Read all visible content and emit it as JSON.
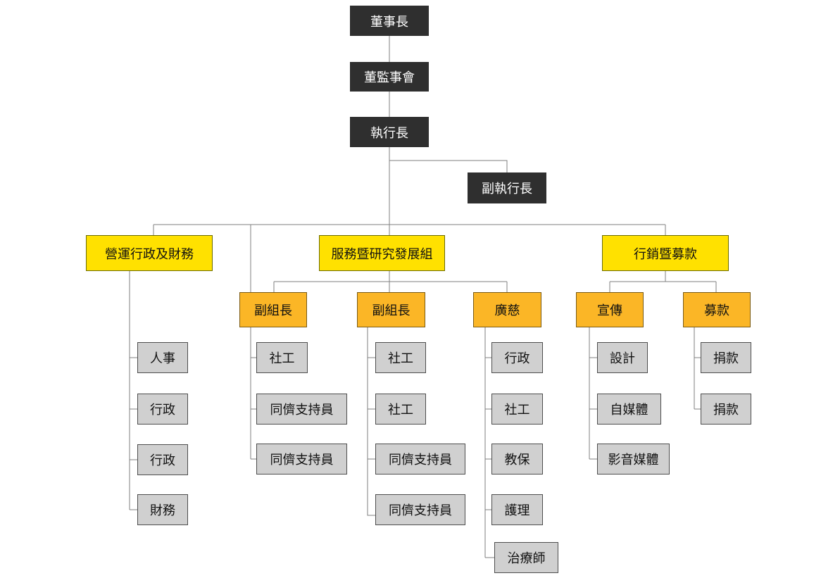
{
  "colors": {
    "dark": "#2f2f2f",
    "yellow": "#ffe100",
    "orange": "#fbb626",
    "gray": "#d0d0d0",
    "line": "#7f7f7f"
  },
  "top": {
    "chairman": "董事長",
    "board": "董監事會",
    "ceo": "執行長",
    "deputy_ceo": "副執行長"
  },
  "admin": {
    "title": "營運行政及財務",
    "items": [
      "人事",
      "行政",
      "行政",
      "財務"
    ]
  },
  "service": {
    "title": "服務暨研究發展組",
    "groups": [
      {
        "title": "副組長",
        "items": [
          "社工",
          "同儕支持員",
          "同儕支持員"
        ]
      },
      {
        "title": "副組長",
        "items": [
          "社工",
          "社工",
          "同儕支持員",
          "同儕支持員"
        ]
      },
      {
        "title": "廣慈",
        "items": [
          "行政",
          "社工",
          "教保",
          "護理",
          "治療師"
        ]
      }
    ]
  },
  "marketing": {
    "title": "行銷暨募款",
    "groups": [
      {
        "title": "宣傳",
        "items": [
          "設計",
          "自媒體",
          "影音媒體"
        ]
      },
      {
        "title": "募款",
        "items": [
          "捐款",
          "捐款"
        ]
      }
    ]
  }
}
